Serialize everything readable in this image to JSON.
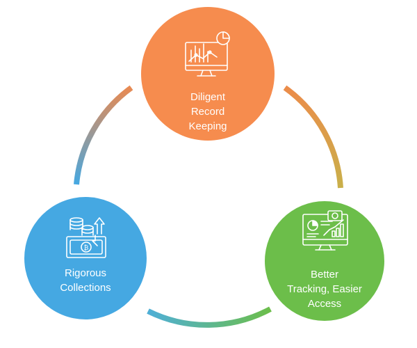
{
  "nodes": {
    "record_keeping": {
      "lines": [
        "Diligent",
        "Record",
        "Keeping"
      ],
      "icon": "dashboard-monitor-icon",
      "color": "#F68C4E"
    },
    "tracking_access": {
      "lines": [
        "Better",
        "Tracking, Easier",
        "Access"
      ],
      "icon": "analytics-monitor-icon",
      "color": "#6CBE4A"
    },
    "collections": {
      "lines": [
        "Rigorous",
        "Collections"
      ],
      "icon": "money-collection-icon",
      "color": "#45A8E2"
    }
  },
  "connectors": {
    "right_arc": {
      "from": "#EB8C4A",
      "to": "#C9B04A"
    },
    "bottom_arc": {
      "from": "#4FAFD7",
      "to": "#6CBE4A"
    },
    "left_arc": {
      "from": "#45A8E2",
      "to": "#E88A52"
    }
  }
}
